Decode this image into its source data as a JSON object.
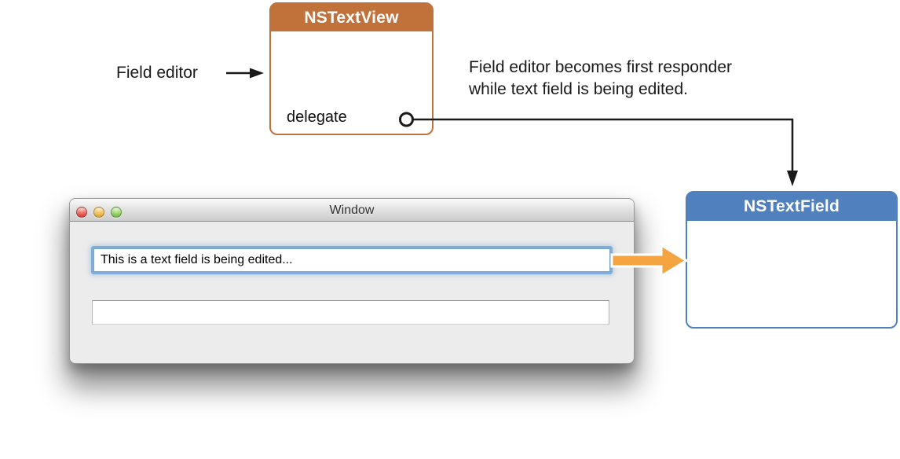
{
  "colors": {
    "textview_accent": "#c1713a",
    "textfield_accent": "#5080be",
    "arrow_orange": "#f4a440",
    "focus_ring": "#7dabd9",
    "tl_red": "#e0473c",
    "tl_yellow": "#e9ae35",
    "tl_green": "#7fc54f"
  },
  "nstextview": {
    "title": "NSTextView",
    "outlet_label": "delegate"
  },
  "nstextfield": {
    "title": "NSTextField"
  },
  "labels": {
    "field_editor": "Field editor",
    "annotation_line1": "Field editor becomes first responder",
    "annotation_line2": "while text field is being edited."
  },
  "window": {
    "title": "Window",
    "field1_value": "This is a text field is being edited...",
    "field2_value": ""
  }
}
